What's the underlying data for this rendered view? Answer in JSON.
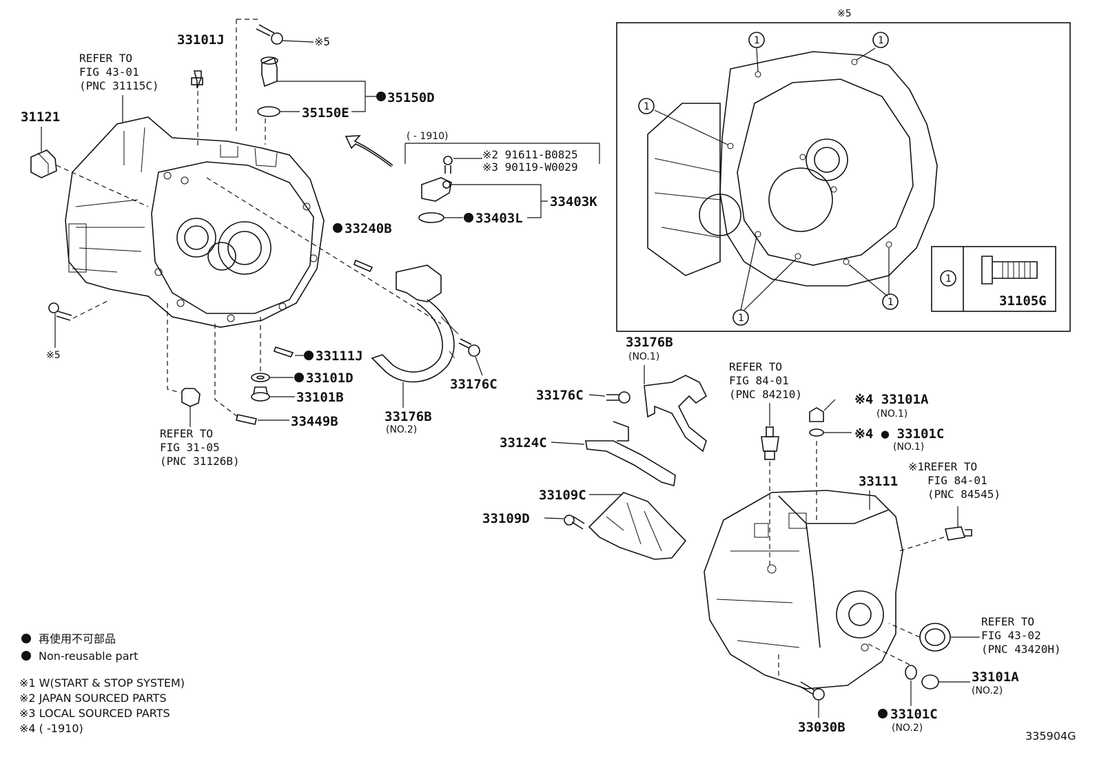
{
  "labels": {
    "p33101J_top": "33101J",
    "refer_4301": [
      "REFER TO",
      "FIG 43-01",
      "(PNC 31115C)"
    ],
    "p31121": "31121",
    "note5_top": "※5",
    "p35150D": "35150D",
    "p35150E": "35150E",
    "range_1910": "(     - 1910)",
    "p91611": "※2 91611-B0825",
    "p90119": "※3 90119-W0029",
    "p33403K": "33403K",
    "p33403L": "33403L",
    "p33240B": "33240B",
    "note5_left": "※5",
    "p33111J": "33111J",
    "p33101D": "33101D",
    "p33101B": "33101B",
    "p33449B": "33449B",
    "refer_3105": [
      "REFER TO",
      "FIG 31-05",
      "(PNC 31126B)"
    ],
    "p33176B_no2": "33176B",
    "no2_a": "(NO.2)",
    "p33176C_mid": "33176C",
    "inset_title": "※5",
    "inset_bolt": "31105G",
    "circle_one": "1",
    "p33176B_no1": "33176B",
    "no1_a": "(NO.1)",
    "p33176C_right": "33176C",
    "refer_8401a": [
      "REFER TO",
      "FIG 84-01",
      "(PNC 84210)"
    ],
    "p33101A_no1": "※4 33101A",
    "no1_b": "(NO.1)",
    "p33101C_no1": "※4 ● 33101C",
    "no1_c": "(NO.1)",
    "p33124C": "33124C",
    "refer_8401b": [
      "※1REFER TO",
      "FIG 84-01",
      "(PNC 84545)"
    ],
    "p33111": "33111",
    "p33109C": "33109C",
    "p33109D": "33109D",
    "refer_4302": [
      "REFER TO",
      "FIG 43-02",
      "(PNC 43420H)"
    ],
    "p33101A_no2": "33101A",
    "no2_b": "(NO.2)",
    "p33030B": "33030B",
    "p33101C_no2": "33101C",
    "no2_c": "(NO.2)",
    "figure_id": "335904G"
  },
  "legend": {
    "jp": "再使用不可部品",
    "en": "Non-reusable part",
    "notes": [
      "※1 W(START & STOP SYSTEM)",
      "※2 JAPAN SOURCED PARTS",
      "※3 LOCAL SOURCED PARTS",
      "※4 (      -1910)"
    ]
  }
}
